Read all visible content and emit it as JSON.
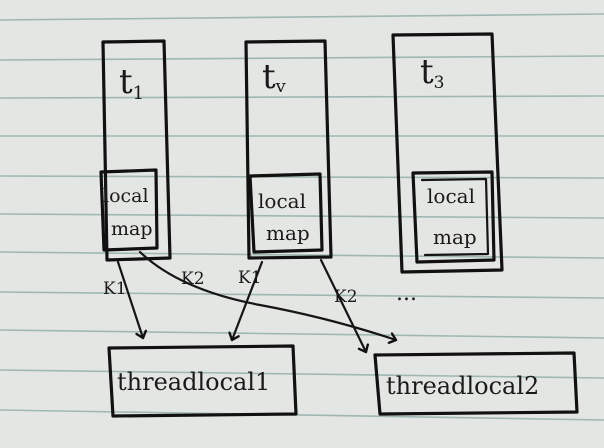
{
  "threads": [
    {
      "id": "t1",
      "label_main": "t",
      "label_sub": "1",
      "map_line1": "local",
      "map_line2": "map"
    },
    {
      "id": "t2",
      "label_main": "t",
      "label_sub": "v",
      "map_line1": "local",
      "map_line2": "map"
    },
    {
      "id": "t3",
      "label_main": "t",
      "label_sub": "3",
      "map_line1": "local",
      "map_line2": "map"
    }
  ],
  "keys": {
    "k1": "K1",
    "k2_left": "K2",
    "k1_mid": "K1",
    "k2_mid": "K2"
  },
  "ellipsis": "...",
  "threadlocals": [
    {
      "id": "threadlocal1",
      "label": "threadlocal1"
    },
    {
      "id": "threadlocal2",
      "label": "threadlocal2"
    }
  ],
  "colors": {
    "paper": "#e4e6e3",
    "rule": "#9fb7b3",
    "ink": "#111111"
  }
}
